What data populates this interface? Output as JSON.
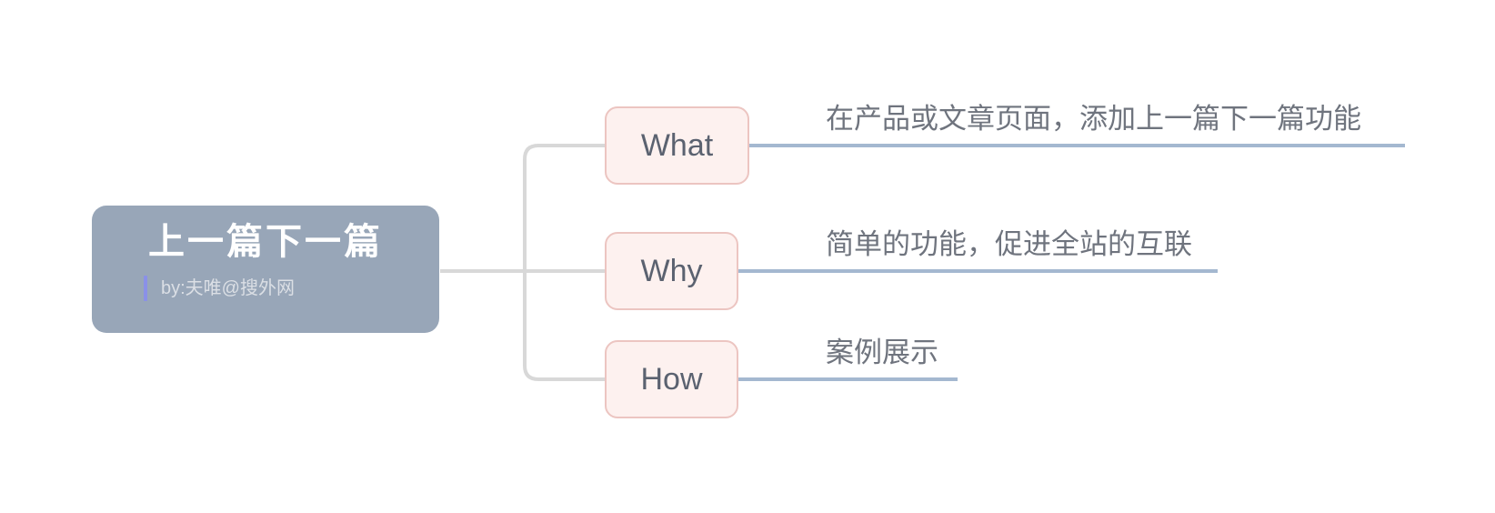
{
  "diagram": {
    "type": "mindmap",
    "root": {
      "title": "上一篇下一篇",
      "byline": "by:夫唯@搜外网"
    },
    "branches": [
      {
        "id": "what",
        "label": "What",
        "note": "在产品或文章页面，添加上一篇下一篇功能"
      },
      {
        "id": "why",
        "label": "Why",
        "note": "简单的功能，促进全站的互联"
      },
      {
        "id": "how",
        "label": "How",
        "note": "案例展示"
      }
    ]
  },
  "colors": {
    "canvas_bg": "#ffffff",
    "root_fill": "#98a6b8",
    "root_title": "#ffffff",
    "byline_text": "#dbdfe5",
    "byline_bar": "#8a90e8",
    "node_fill": "#fdf1ef",
    "node_border": "#ecc5c1",
    "node_text": "#5b6270",
    "note_text": "#6f747e",
    "gray_line": "#d8d8d8",
    "blue_line": "#a4b8d0"
  }
}
